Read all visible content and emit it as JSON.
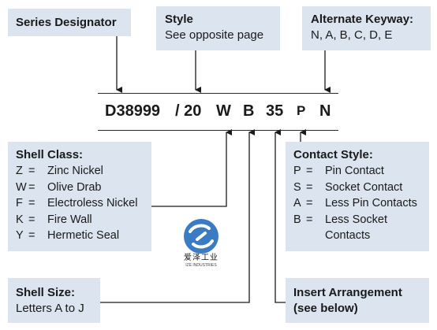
{
  "designator": {
    "series": "D38999",
    "slash": "/ 20",
    "shell_class": "W",
    "shell_size": "B",
    "insert": "35",
    "contact": "P",
    "keyway": "N"
  },
  "series_box": {
    "title": "Series Designator"
  },
  "style_box": {
    "title": "Style",
    "body": "See opposite page"
  },
  "alt_box": {
    "title": "Alternate Keyway:",
    "body": "N, A, B, C, D, E"
  },
  "shell_class_box": {
    "title": "Shell Class:",
    "items": [
      {
        "k": "Z",
        "eq": "=",
        "v": "Zinc Nickel"
      },
      {
        "k": "W",
        "eq": "=",
        "v": "Olive Drab"
      },
      {
        "k": "F",
        "eq": "=",
        "v": "Electroless Nickel"
      },
      {
        "k": "K",
        "eq": "=",
        "v": "Fire Wall"
      },
      {
        "k": "Y",
        "eq": "=",
        "v": "Hermetic Seal"
      }
    ]
  },
  "contact_box": {
    "title": "Contact Style:",
    "items": [
      {
        "k": "P",
        "eq": "=",
        "v": "Pin Contact"
      },
      {
        "k": "S",
        "eq": "=",
        "v": "Socket Contact"
      },
      {
        "k": "A",
        "eq": "=",
        "v": "Less Pin Contacts"
      },
      {
        "k": "B",
        "eq": "=",
        "v": "Less Socket Contacts"
      }
    ]
  },
  "size_box": {
    "title": "Shell Size:",
    "body": "Letters A to J"
  },
  "insert_box": {
    "title": "Insert Arrangement",
    "body": "(see below)"
  },
  "logo": {
    "cn": "爱泽工业",
    "en": "IZE INDUSTRIES",
    "color": "#3a7cc4"
  },
  "colors": {
    "box": "#dbe4ef",
    "line": "#1a1a1a"
  }
}
